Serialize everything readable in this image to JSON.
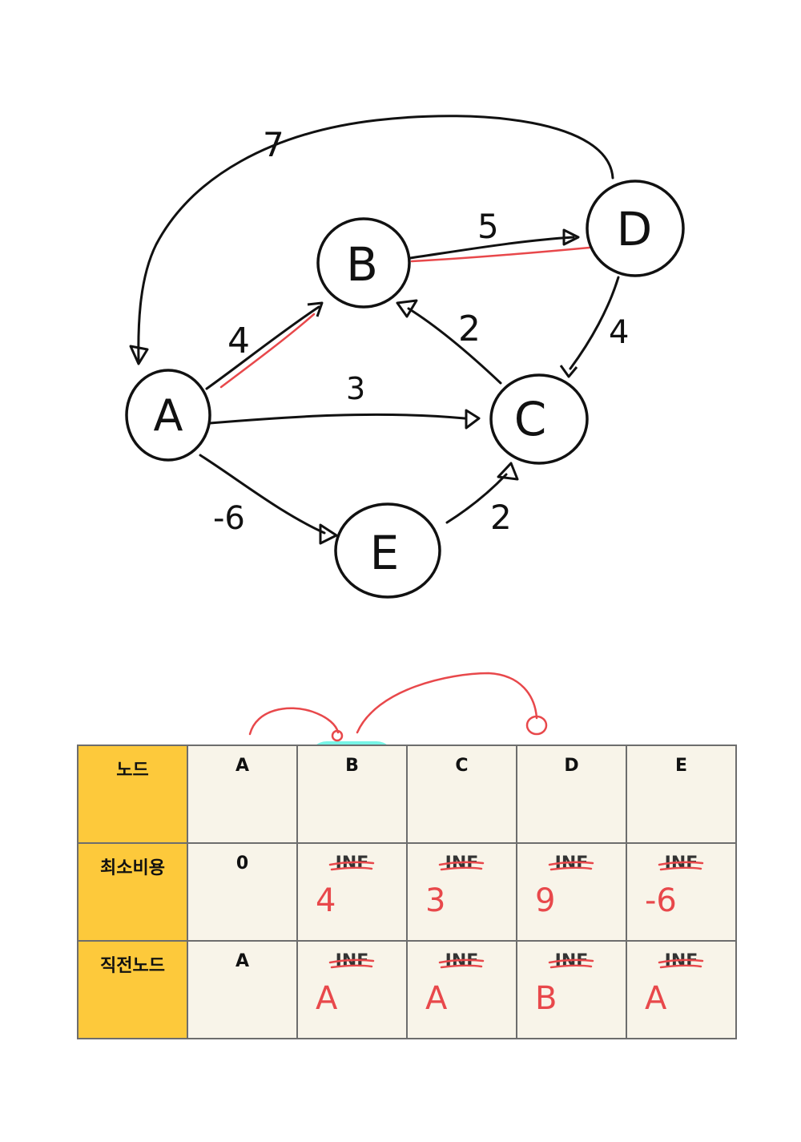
{
  "graph": {
    "nodes": [
      {
        "id": "A",
        "label": "A"
      },
      {
        "id": "B",
        "label": "B"
      },
      {
        "id": "C",
        "label": "C"
      },
      {
        "id": "D",
        "label": "D"
      },
      {
        "id": "E",
        "label": "E"
      }
    ],
    "edges": [
      {
        "from": "A",
        "to": "B",
        "weight": "4",
        "highlighted": true
      },
      {
        "from": "A",
        "to": "C",
        "weight": "3",
        "highlighted": false
      },
      {
        "from": "A",
        "to": "E",
        "weight": "-6",
        "highlighted": false
      },
      {
        "from": "B",
        "to": "D",
        "weight": "5",
        "highlighted": true
      },
      {
        "from": "C",
        "to": "B",
        "weight": "2",
        "highlighted": false
      },
      {
        "from": "D",
        "to": "C",
        "weight": "4",
        "highlighted": false
      },
      {
        "from": "E",
        "to": "C",
        "weight": "2",
        "highlighted": false
      },
      {
        "from": "D",
        "to": "A",
        "weight": "7",
        "highlighted": false
      }
    ],
    "colors": {
      "ink": "#111111",
      "highlight": "#e8484b"
    }
  },
  "table": {
    "header_label": "노드",
    "columns": [
      "A",
      "B",
      "C",
      "D",
      "E"
    ],
    "rows": [
      {
        "label": "최소비용",
        "printed": [
          "0",
          "INF",
          "INF",
          "INF",
          "INF"
        ],
        "struck": [
          false,
          true,
          true,
          true,
          true
        ],
        "handwritten": [
          "",
          "4",
          "3",
          "9",
          "-6"
        ]
      },
      {
        "label": "직전노드",
        "printed": [
          "A",
          "INF",
          "INF",
          "INF",
          "INF"
        ],
        "struck": [
          false,
          true,
          true,
          true,
          true
        ],
        "handwritten": [
          "",
          "A",
          "A",
          "B",
          "A"
        ]
      }
    ],
    "highlighted_column": "B",
    "colors": {
      "row_header": "#fdc93b",
      "cell": "#f8f4e9",
      "highlight": "#5ff2e2",
      "pen": "#e8484b"
    }
  }
}
